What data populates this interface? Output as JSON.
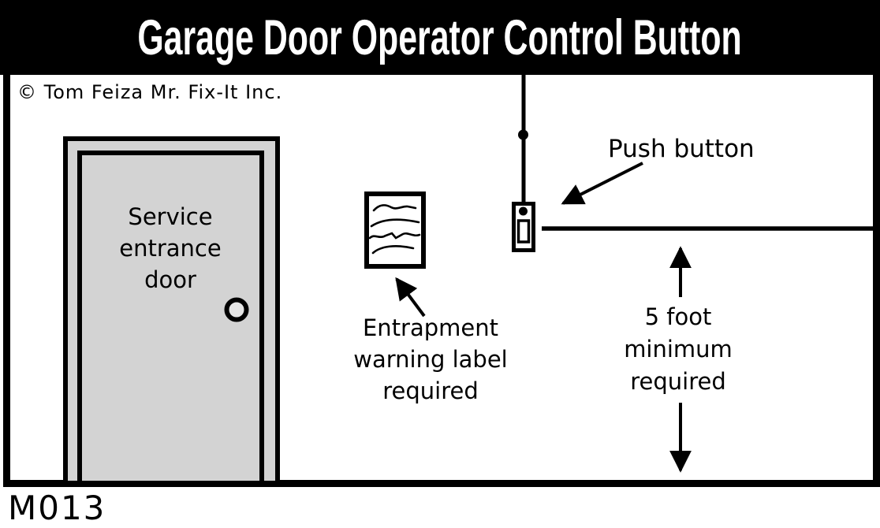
{
  "title": "Garage Door Operator Control Button",
  "copyright": "© Tom Feiza Mr. Fix-It Inc.",
  "figure_id": "M013",
  "labels": {
    "door": "Service\nentrance\ndoor",
    "push_button": "Push button",
    "warning_label": "Entrapment\nwarning label\nrequired",
    "height_requirement": "5 foot\nminimum\nrequired"
  },
  "icons": {
    "warning_label_box": "document-with-text-icon",
    "push_button": "wall-push-button-icon",
    "door_knob": "round-door-knob-icon"
  },
  "colors": {
    "ink": "#000000",
    "background": "#ffffff",
    "title_text": "#ffffff",
    "door_fill": "#d3d3d3",
    "knob_fill": "#e4e4e4"
  }
}
